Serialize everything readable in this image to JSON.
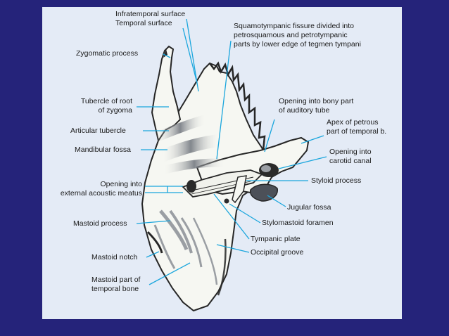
{
  "colors": {
    "background": "#25237a",
    "panel": "#e4ebf6",
    "leader_line": "#1aa6dd",
    "bone_fill": "#f6f7f2",
    "bone_outline": "#262626"
  },
  "labels": {
    "infratemporal_surface": "Infratemporal surface",
    "temporal_surface": "Temporal surface",
    "squamotympanic_fissure_1": "Squamotympanic fissure divided into",
    "squamotympanic_fissure_2": "petrosquamous and petrotympanic",
    "squamotympanic_fissure_3": "parts by  lower edge of tegmen tympani",
    "zygomatic_process": "Zygomatic process",
    "tubercle_of_root_1": "Tubercle of root",
    "tubercle_of_root_2": "of zygoma",
    "opening_auditory_tube_1": "Opening into bony part",
    "opening_auditory_tube_2": "of auditory tube",
    "apex_petrous_1": "Apex of petrous",
    "apex_petrous_2": "part of temporal b.",
    "articular_tubercle": "Articular tubercle",
    "mandibular_fossa": "Mandibular fossa",
    "opening_carotid_1": "Opening into",
    "opening_carotid_2": "carotid canal",
    "opening_eam_1": "Opening into",
    "opening_eam_2": "external acoustic meatus",
    "styloid_process": "Styloid process",
    "jugular_fossa": "Jugular fossa",
    "mastoid_process": "Mastoid process",
    "stylomastoid_foramen": "Stylomastoid foramen",
    "tympanic_plate": "Tympanic plate",
    "occipital_groove": "Occipital groove",
    "mastoid_notch": "Mastoid notch",
    "mastoid_part_1": "Mastoid part of",
    "mastoid_part_2": "temporal bone"
  }
}
